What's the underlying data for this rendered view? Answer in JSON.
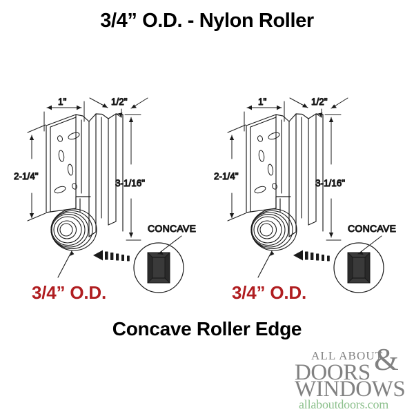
{
  "page": {
    "title": "3/4” O.D. - Nylon Roller",
    "subtitle": "Concave Roller Edge",
    "background_color": "#FFFFFF",
    "line_color": "#1A1A1A",
    "accent_red": "#B01D20",
    "logo_gray": "#818181",
    "logo_green": "#8CC08C"
  },
  "diagrams": [
    {
      "id": "roller-assembly-left",
      "dimensions": {
        "top_left": "1\"",
        "top_right": "1/2\"",
        "left_height": "2-1/4\"",
        "right_height": "3-1/16\""
      },
      "detail_callout": "CONCAVE",
      "od_callout": "3/4” O.D."
    },
    {
      "id": "roller-assembly-right",
      "dimensions": {
        "top_left": "1\"",
        "top_right": "1/2\"",
        "left_height": "2-1/4\"",
        "right_height": "3-1/16\""
      },
      "detail_callout": "CONCAVE",
      "od_callout": "3/4” O.D."
    }
  ],
  "logo": {
    "line1": "ALL ABOUT",
    "line2": "DOORS",
    "ampersand": "&",
    "line3": "WINDOWS",
    "url": "allaboutdoors.com"
  }
}
